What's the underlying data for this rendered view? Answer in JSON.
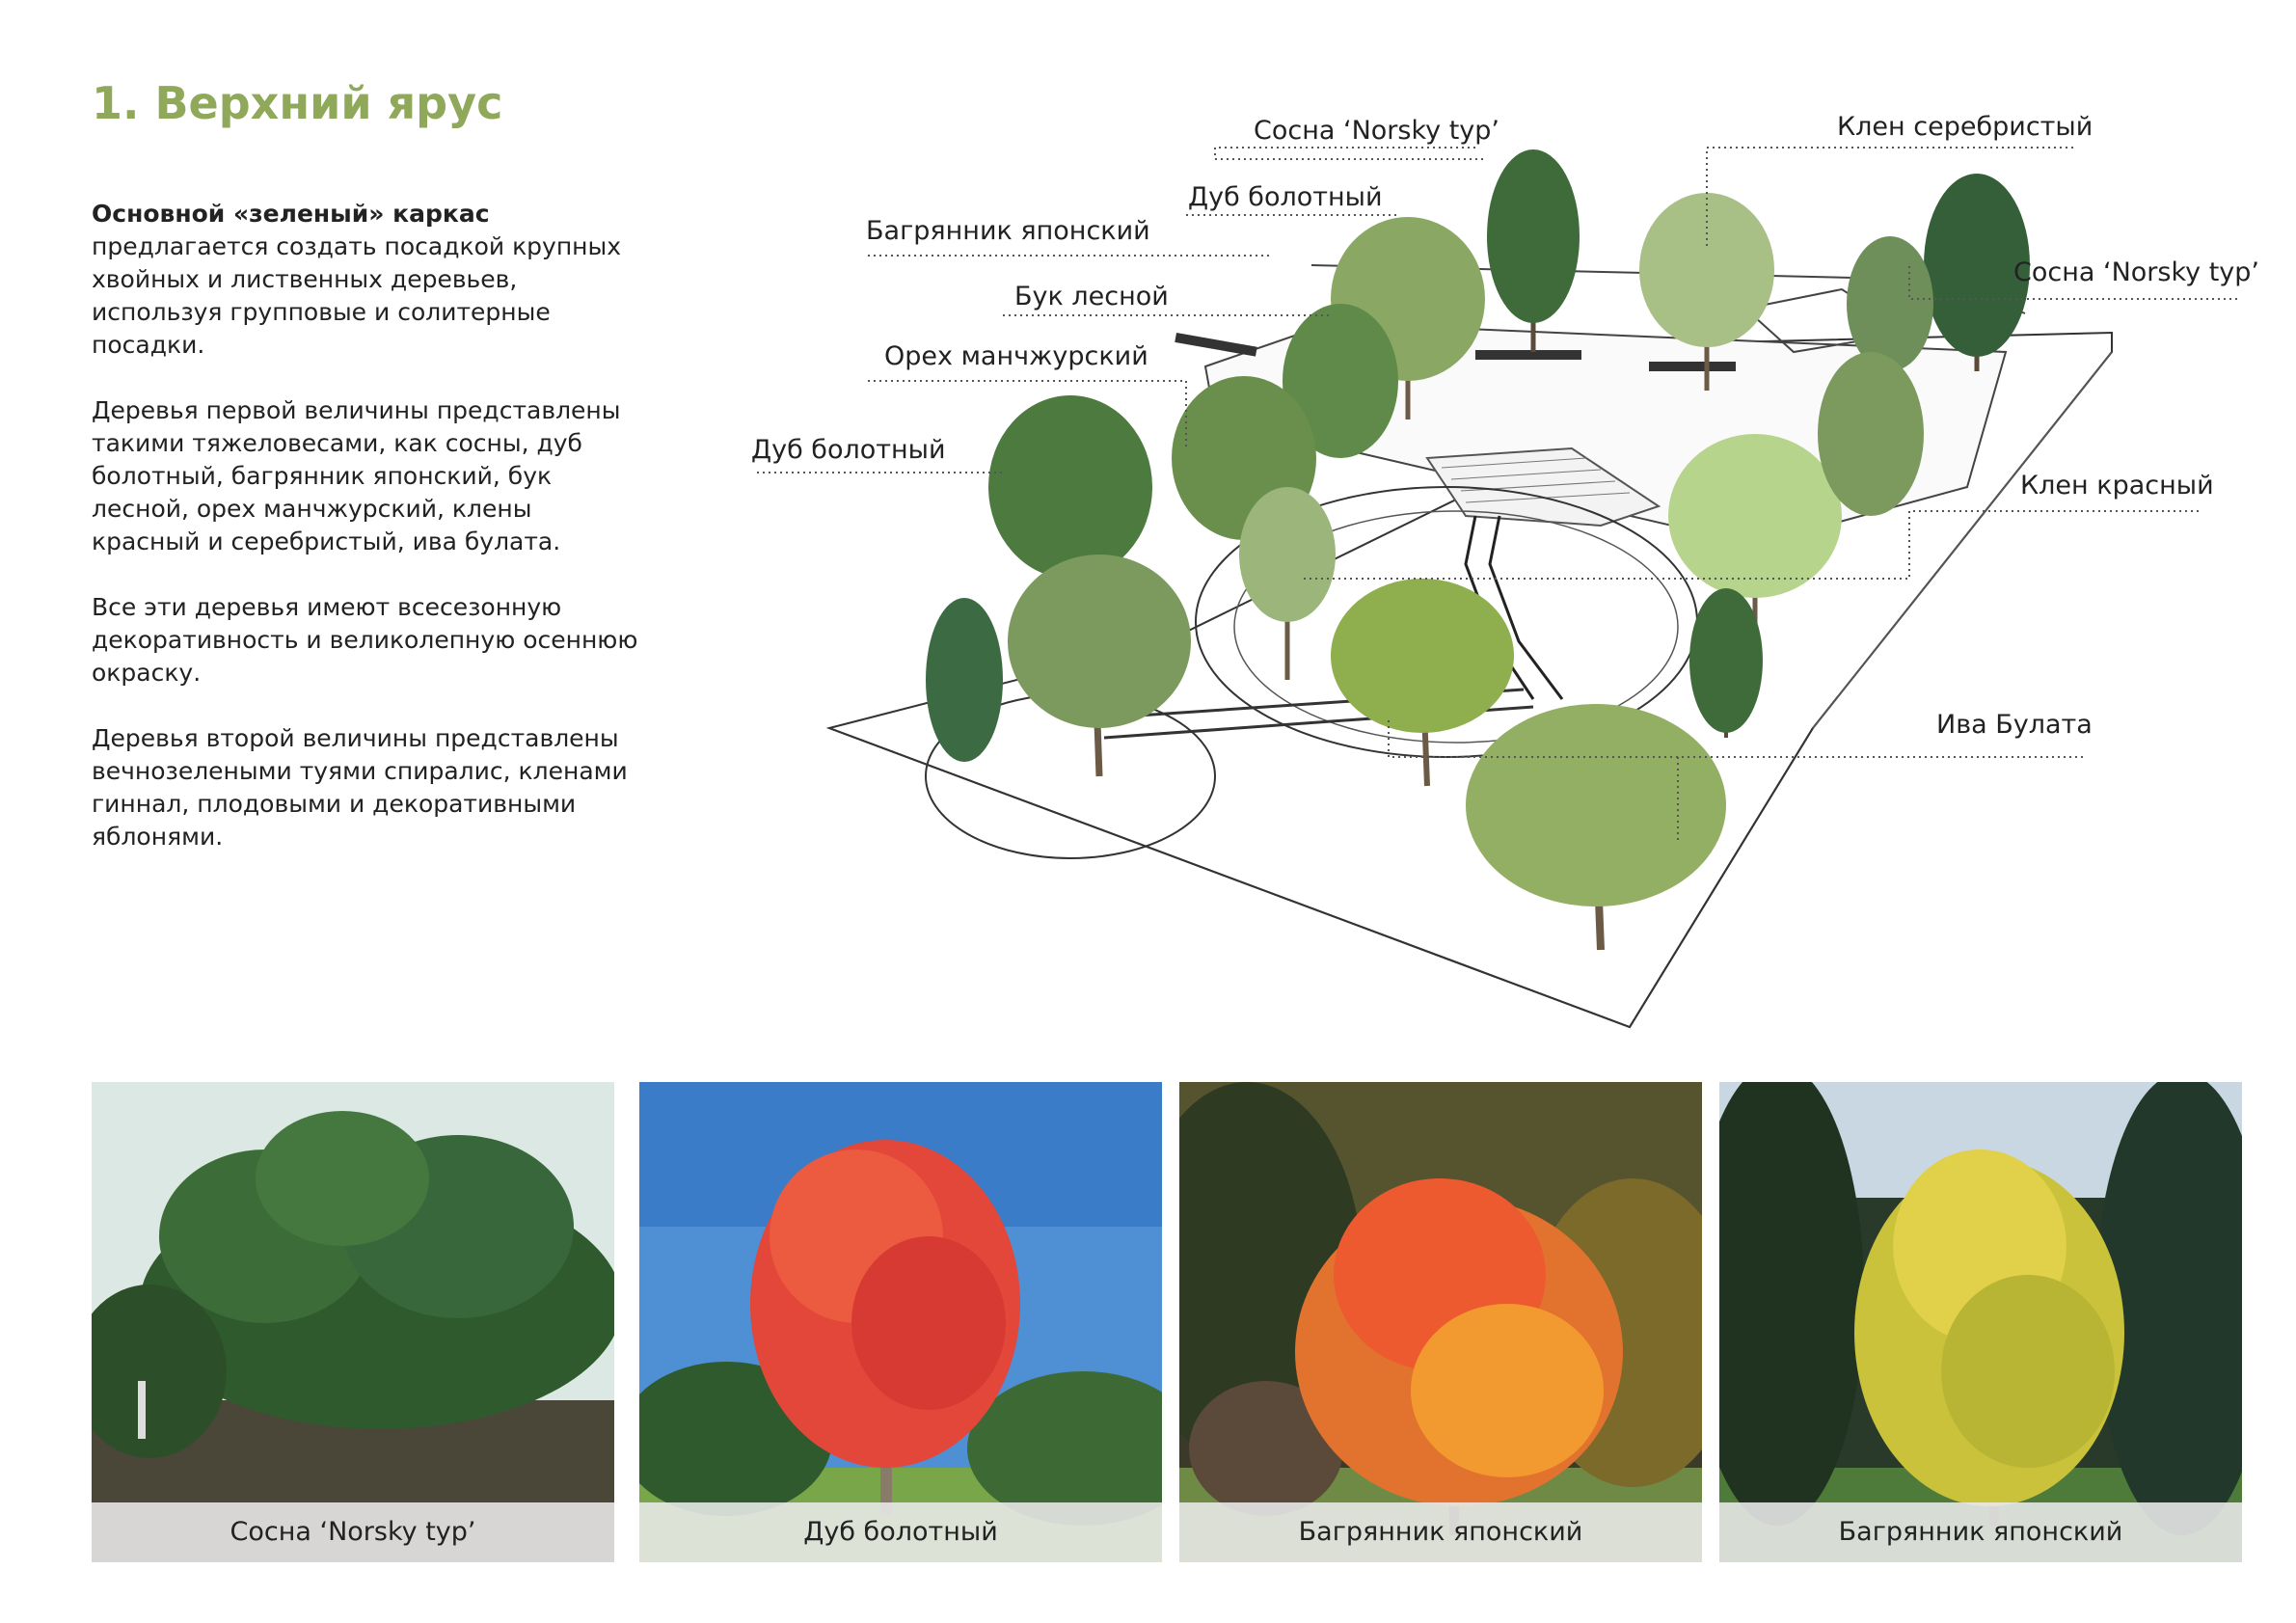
{
  "page": {
    "title": "1. Верхний ярус",
    "intro": {
      "lead": "Основной «зеленый» каркас",
      "p1": "предлагается создать посадкой крупных хвойных и лиственных деревьев, используя групповые и солитерные посадки.",
      "p2": "Деревья первой величины представлены такими тяжеловесами, как сосны, дуб болотный, багрянник японский, бук лесной, орех манчжурский, клены красный и серебристый, ива булата.",
      "p3": "Все эти деревья имеют всесезонную декоративность и великолепную осеннюю окраску.",
      "p4": "Деревья второй величины представлены вечнозелеными туями спиралис, кленами гиннал, плодовыми и декоративными яблонями."
    }
  },
  "diagram_labels": {
    "pine_top": "Сосна ‘Norsky typ’",
    "maple_silver": "Клен серебристый",
    "oak_top": "Дуб болотный",
    "katsura_top": "Багрянник японский",
    "pine_right": "Сосна ‘Norsky typ’",
    "beech": "Бук лесной",
    "walnut": "Орех манчжурский",
    "oak_left": "Дуб болотный",
    "maple_red": "Клен красный",
    "willow": "Ива Булата"
  },
  "photos": [
    {
      "caption": "Сосна ‘Norsky typ’"
    },
    {
      "caption": "Дуб болотный"
    },
    {
      "caption": "Багрянник японский"
    },
    {
      "caption": "Багрянник японский"
    }
  ],
  "colors": {
    "title_green": "#8fa85a",
    "caption_bg": "#ebebeb"
  }
}
